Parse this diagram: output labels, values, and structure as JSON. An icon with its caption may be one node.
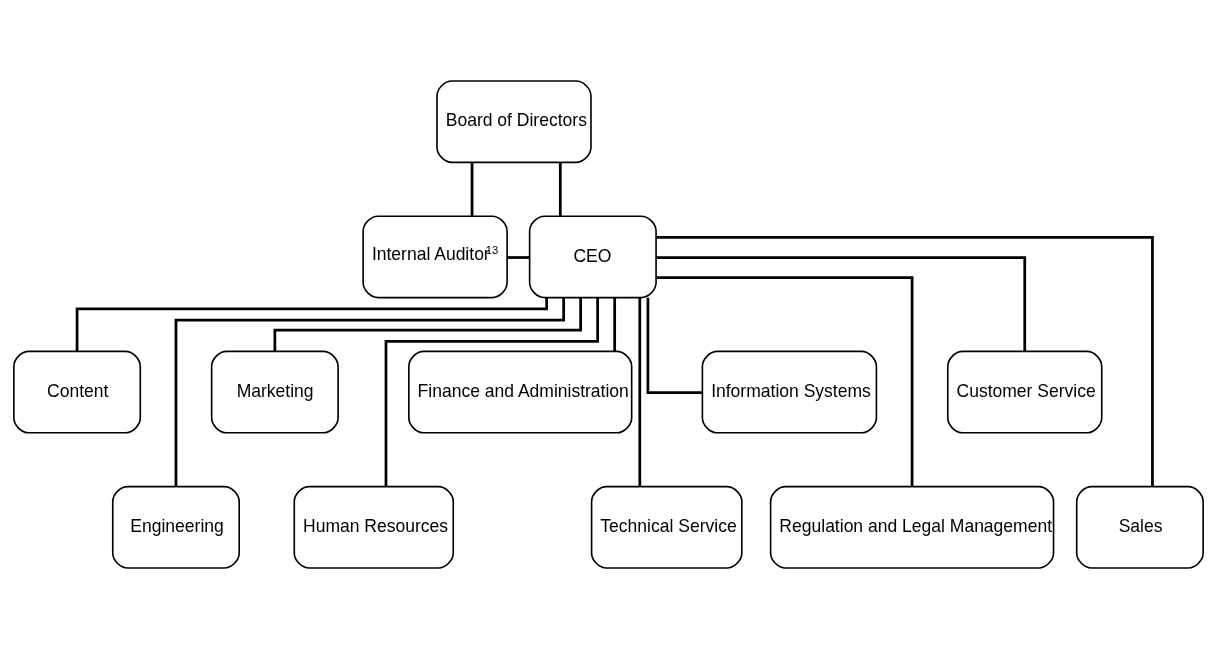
{
  "diagram": {
    "nodes": [
      {
        "text": [
          "Board of Directors"
        ]
      },
      {
        "text": [
          "Internal Auditor$^{13}$"
        ]
      },
      {
        "text": [
          "CEO"
        ]
      },
      {
        "text": [
          "Content"
        ]
      },
      {
        "text": [
          "Engineering"
        ]
      },
      {
        "text": [
          "Marketing"
        ]
      },
      {
        "text": [
          "Human Resources"
        ]
      },
      {
        "text": [
          "Finance and Administration"
        ]
      },
      {
        "text": [
          "Technical Service"
        ]
      },
      {
        "text": [
          "Information Systems"
        ]
      },
      {
        "text": [
          "Regulation and Legal Management"
        ]
      },
      {
        "text": [
          "Customer Service"
        ]
      },
      {
        "text": [
          "Sales"
        ]
      }
    ],
    "edges": [
      {
        "from": 0,
        "to": 1,
        "arrow": "none"
      },
      {
        "from": 0,
        "to": 2,
        "arrow": "none"
      },
      {
        "from": 1,
        "to": 2,
        "arrow": "none"
      },
      {
        "from": 2,
        "to": 3,
        "arrow": "none"
      },
      {
        "from": 2,
        "to": 4,
        "arrow": "none"
      },
      {
        "from": 2,
        "to": 5,
        "arrow": "none"
      },
      {
        "from": 2,
        "to": 6,
        "arrow": "none"
      },
      {
        "from": 2,
        "to": 7,
        "arrow": "none"
      },
      {
        "from": 2,
        "to": 8,
        "arrow": "none"
      },
      {
        "from": 2,
        "to": 9,
        "arrow": "none"
      },
      {
        "from": 2,
        "to": 10,
        "arrow": "none"
      },
      {
        "from": 2,
        "to": 11,
        "arrow": "none"
      },
      {
        "from": 2,
        "to": 12,
        "arrow": "none"
      }
    ]
  }
}
